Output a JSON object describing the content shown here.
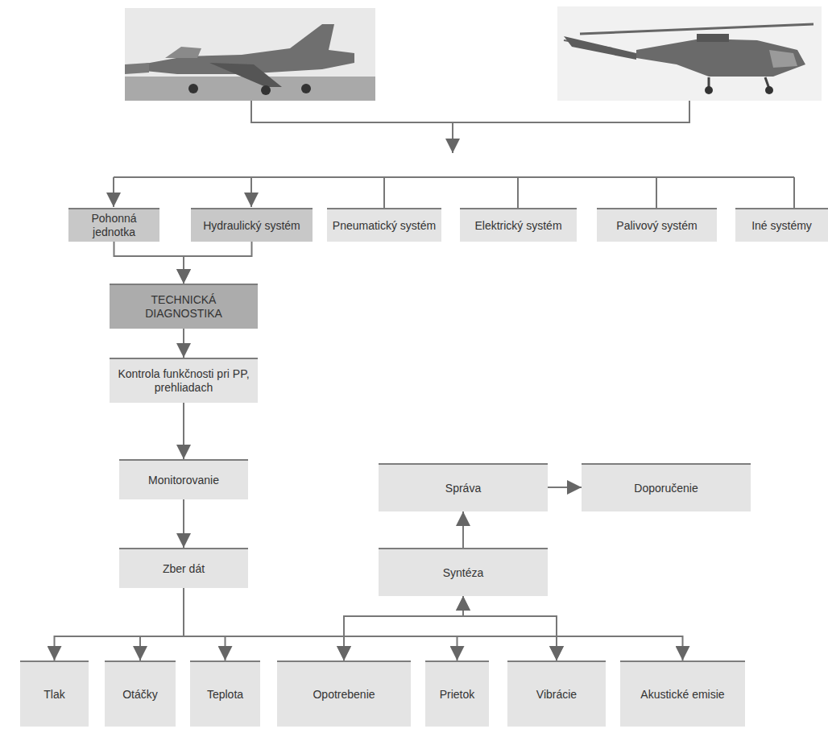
{
  "diagram": {
    "nodes": [
      {
        "text": [
          "Pohonná jednotka"
        ]
      },
      {
        "text": [
          "Hydraulický systém"
        ]
      },
      {
        "text": [
          "Pneumatický systém"
        ]
      },
      {
        "text": [
          "Elektrický systém"
        ]
      },
      {
        "text": [
          "Palivový systém"
        ]
      },
      {
        "text": [
          "Iné systémy"
        ]
      },
      {
        "text": [
          "TECHNICKÁ DIAGNOSTIKA"
        ]
      },
      {
        "text": [
          "Kontrola funkčnosti pri PP, prehliadach"
        ]
      },
      {
        "text": [
          "Monitorovanie"
        ]
      },
      {
        "text": [
          "Zber dát"
        ]
      },
      {
        "text": [
          "Správa"
        ]
      },
      {
        "text": [
          "Doporučenie"
        ]
      },
      {
        "text": [
          "Syntéza"
        ]
      },
      {
        "text": [
          "Tlak"
        ]
      },
      {
        "text": [
          "Otáčky"
        ]
      },
      {
        "text": [
          "Teplota"
        ]
      },
      {
        "text": [
          "Opotrebenie"
        ]
      },
      {
        "text": [
          "Prietok"
        ]
      },
      {
        "text": [
          "Vibrácie"
        ]
      },
      {
        "text": [
          "Akustické emisie"
        ]
      }
    ],
    "edges": [
      {
        "from": 0,
        "to": 6,
        "arrow": "to"
      },
      {
        "from": 1,
        "to": 6,
        "arrow": "to"
      },
      {
        "from": 6,
        "to": 7,
        "arrow": "to"
      },
      {
        "from": 7,
        "to": 8,
        "arrow": "to"
      },
      {
        "from": 8,
        "to": 9,
        "arrow": "to"
      },
      {
        "from": 9,
        "to": 13,
        "arrow": "to"
      },
      {
        "from": 9,
        "to": 14,
        "arrow": "to"
      },
      {
        "from": 9,
        "to": 15,
        "arrow": "to"
      },
      {
        "from": 9,
        "to": 16,
        "arrow": "to"
      },
      {
        "from": 9,
        "to": 17,
        "arrow": "to"
      },
      {
        "from": 9,
        "to": 18,
        "arrow": "to"
      },
      {
        "from": 9,
        "to": 19,
        "arrow": "to"
      },
      {
        "from": 16,
        "to": 12,
        "arrow": "both"
      },
      {
        "from": 18,
        "to": 12,
        "arrow": "both"
      },
      {
        "from": 12,
        "to": 10,
        "arrow": "to"
      },
      {
        "from": 10,
        "to": 11,
        "arrow": "to"
      }
    ]
  }
}
